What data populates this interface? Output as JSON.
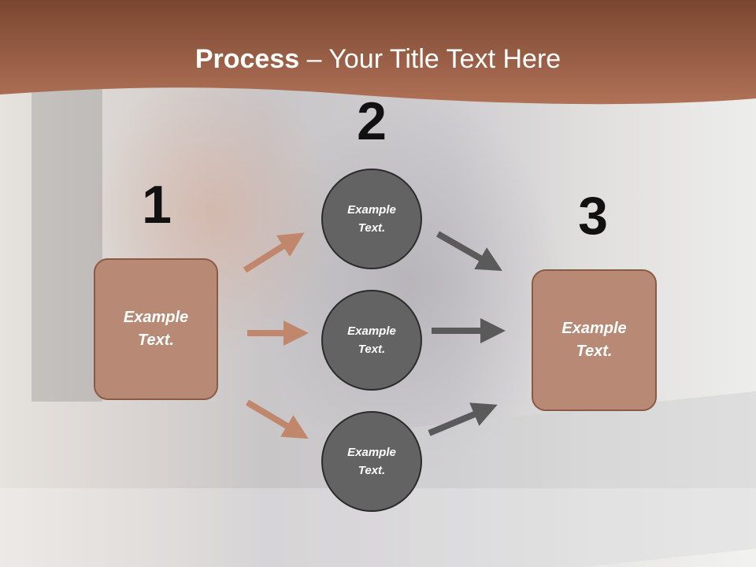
{
  "title": {
    "bold": "Process",
    "rest": " – Your Title Text Here"
  },
  "steps": [
    {
      "number": "1",
      "label": "Example\nText."
    },
    {
      "number": "2",
      "items": [
        "Example\nText.",
        "Example\nText.",
        "Example\nText."
      ]
    },
    {
      "number": "3",
      "label": "Example\nText."
    }
  ],
  "colors": {
    "header": "#a0634a",
    "box": "#b88a75",
    "circle": "#636363",
    "left_arrow": "#c0876d",
    "right_arrow": "#5a5a5a"
  }
}
